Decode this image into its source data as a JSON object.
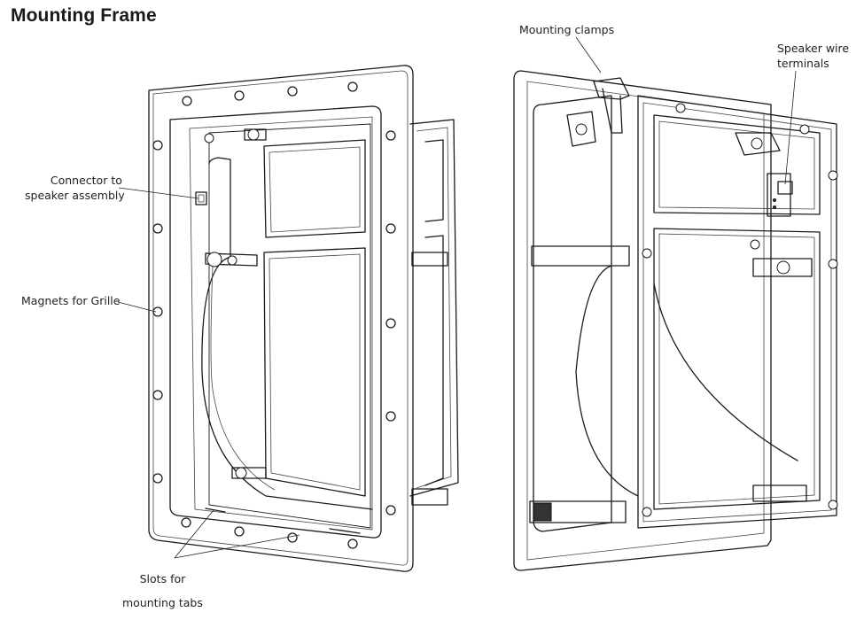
{
  "title": "Mounting Frame",
  "labels": {
    "connector": [
      "Connector to",
      "speaker assembly"
    ],
    "magnets": "Magnets for Grille",
    "slots": [
      "Slots for",
      "mounting tabs"
    ],
    "clamps": "Mounting clamps",
    "terminals": [
      "Speaker wire",
      "terminals"
    ]
  }
}
